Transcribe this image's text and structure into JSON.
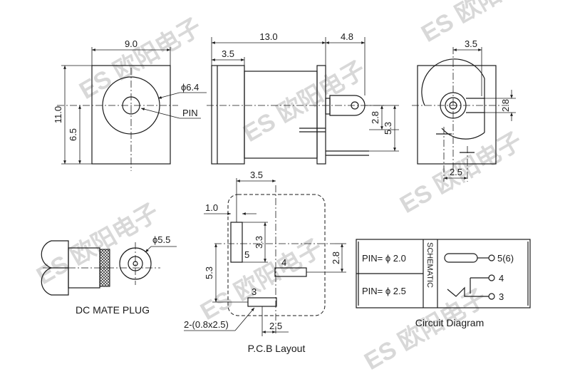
{
  "watermark": "ES 欧阳电子",
  "front_view": {
    "width": "9.0",
    "height": "11.0",
    "center_height": "6.5",
    "hole_diameter": "ϕ6.4",
    "pin_label": "PIN"
  },
  "side_view": {
    "length": "13.0",
    "pin_length": "4.8",
    "front_part": "3.5",
    "pin_offset_a": "2.8",
    "pin_offset_b": "5.3"
  },
  "back_view": {
    "width_dim": "3.5",
    "height_dim": "2.8",
    "pin_spacing": "2.5"
  },
  "mate_plug": {
    "diameter": "ϕ5.5",
    "caption": "DC MATE PLUG"
  },
  "pcb_layout": {
    "top_dim": "3.5",
    "slot_width": "1.0",
    "slot_length": "3.3",
    "pad_5": "5",
    "left_dim": "5.3",
    "right_dim": "2.8",
    "pad_4": "4",
    "pad_3": "3",
    "bottom_dim": "2.5",
    "slot_spec": "2-(0.8x2.5)",
    "caption": "P.C.B Layout"
  },
  "circuit": {
    "pin_a": "PIN= ϕ 2.0",
    "pin_b": "PIN= ϕ 2.5",
    "schematic_label": "SCHEMATIC",
    "terminal_5": "5(6)",
    "terminal_4": "4",
    "terminal_3": "3",
    "caption": "Circuit Diagram"
  }
}
